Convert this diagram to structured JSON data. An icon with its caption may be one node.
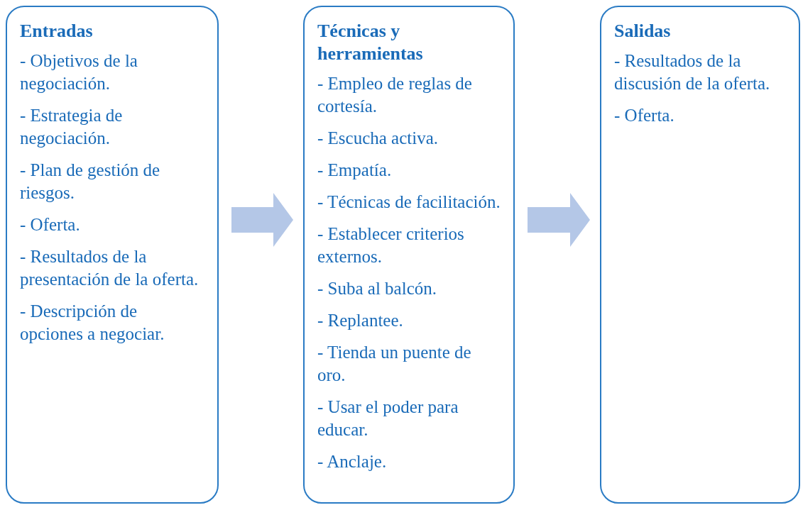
{
  "diagram": {
    "nodes": [
      {
        "text": [
          "Entradas",
          "- Objetivos de la negociación.",
          "- Estrategia de negociación.",
          "- Plan de gestión de riesgos.",
          "- Oferta.",
          "- Resultados de la presentación de la oferta.",
          "- Descripción de opciones a negociar."
        ]
      },
      {
        "text": [
          "Técnicas y herramientas",
          "- Empleo de reglas de cortesía.",
          "- Escucha activa.",
          "- Empatía.",
          "- Técnicas de facilitación.",
          "- Establecer criterios externos.",
          "- Suba al balcón.",
          "- Replantee.",
          "- Tienda un puente de oro.",
          "- Usar el poder para educar.",
          "- Anclaje."
        ]
      },
      {
        "text": [
          "Salidas",
          "- Resultados de la discusión de la oferta.",
          "- Oferta."
        ]
      }
    ],
    "edges": [
      {
        "from": 0,
        "to": 1,
        "arrow": "to"
      },
      {
        "from": 1,
        "to": 2,
        "arrow": "to"
      }
    ]
  }
}
